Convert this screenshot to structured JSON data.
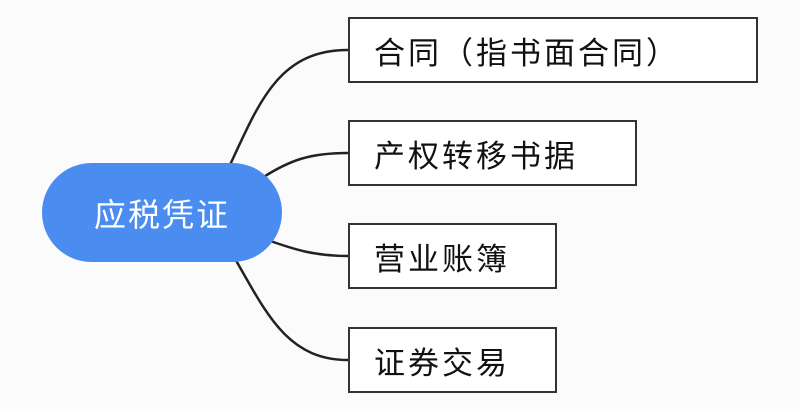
{
  "root": {
    "label": "应税凭证",
    "color": "#4a8cf0"
  },
  "branches": [
    {
      "label": "合同（指书面合同）"
    },
    {
      "label": "产权转移书据"
    },
    {
      "label": "营业账簿"
    },
    {
      "label": "证券交易"
    }
  ]
}
